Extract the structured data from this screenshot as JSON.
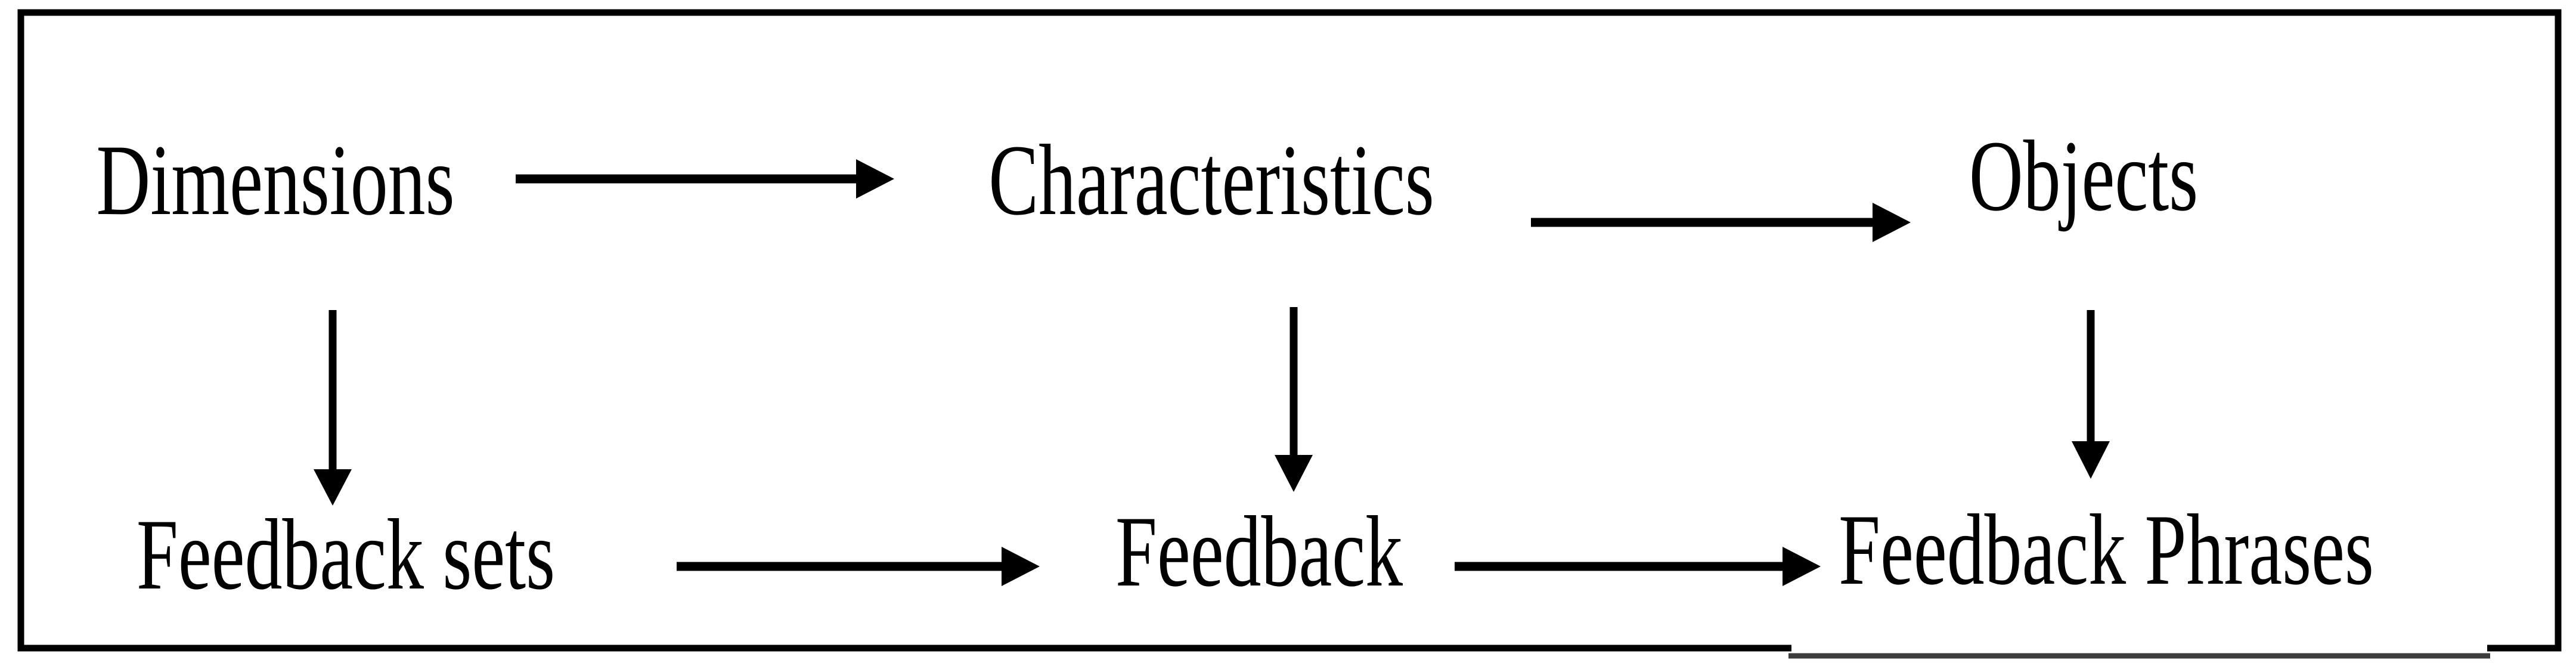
{
  "figure": {
    "background": "#ffffff",
    "line_color": "#000000",
    "nodes": {
      "dimensions": {
        "label": "Dimensions"
      },
      "characteristics": {
        "label": "Characteristics"
      },
      "objects": {
        "label": "Objects"
      },
      "feedback_sets": {
        "label": "Feedback sets"
      },
      "feedback": {
        "label": "Feedback"
      },
      "feedback_phrases": {
        "label": "Feedback Phrases"
      }
    },
    "edges": [
      {
        "from": "Dimensions",
        "to": "Characteristics",
        "direction": "right"
      },
      {
        "from": "Characteristics",
        "to": "Objects",
        "direction": "right"
      },
      {
        "from": "Dimensions",
        "to": "Feedback sets",
        "direction": "down"
      },
      {
        "from": "Characteristics",
        "to": "Feedback",
        "direction": "down"
      },
      {
        "from": "Objects",
        "to": "Feedback Phrases",
        "direction": "down"
      },
      {
        "from": "Feedback sets",
        "to": "Feedback",
        "direction": "right"
      },
      {
        "from": "Feedback",
        "to": "Feedback Phrases",
        "direction": "right"
      }
    ]
  }
}
